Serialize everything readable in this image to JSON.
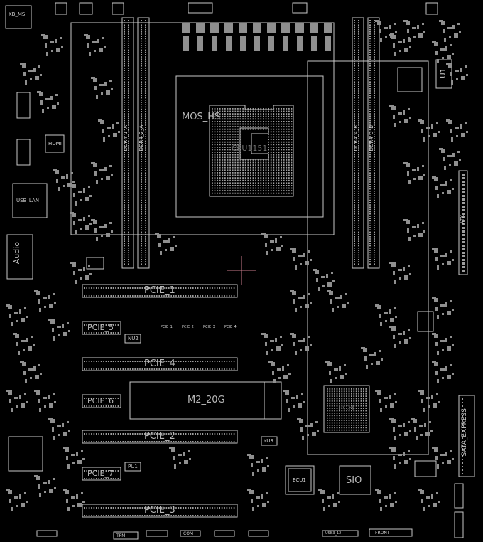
{
  "board": {
    "colors": {
      "background": "#000000",
      "outline": "#c8c8c8",
      "pad": "#9a9a9a",
      "cursor": "#c77a8a"
    },
    "labels": {
      "kb_ms": "KB_MS",
      "usb_lan": "USB_LAN",
      "audio": "Audio",
      "hdmi": "HDMI",
      "mos_hs": "MOS_HS",
      "cpu_socket": "CPU1151",
      "ddr4_1a": "DDR4_1_A",
      "ddr4_2a": "DDR4_2_A",
      "ddr4_4b": "DDR4_4_B",
      "ddr4_3b": "DDR4_3_B",
      "u1": "U1",
      "atx": "ATX",
      "pcie_1": "PCIE_1",
      "pcie_2": "PCIE_2",
      "pcie_3": "PCIE_3",
      "pcie_4": "PCIE_4",
      "pcie_5": "PCIE_5",
      "pcie_6": "PCIE_6",
      "pcie_7": "PCIE_7",
      "m2_20g": "M2_20G",
      "pch": "PCH",
      "sio": "SIO",
      "sata_express": "SATA_EXPRESS",
      "nu2": "NU2",
      "pu1": "PU1",
      "yu3": "YU3",
      "ecu1": "ECU1",
      "ps_1": "PCIE_1",
      "ps_2": "PCIE_2",
      "ps_3": "PCIE_3",
      "ps_4": "PCIE_4",
      "front": "FRONT",
      "com": "COM",
      "tpm": "TPM",
      "usb3": "USB3_12"
    }
  }
}
